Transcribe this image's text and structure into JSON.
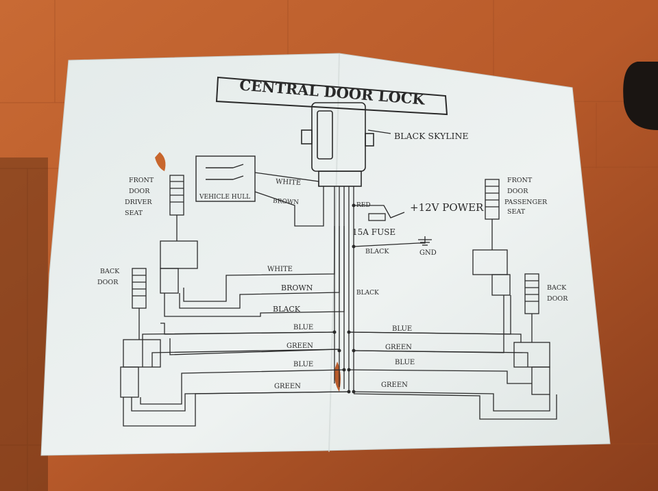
{
  "title": "CENTRAL DOOR LOCK",
  "control_unit_label": "BLACK SKYLINE",
  "switch_label": "VEHICLE HULL",
  "power_label": "+12V POWER",
  "fuse_label": "15A FUSE",
  "ground_label": "GND",
  "doors": {
    "front_left": [
      "FRONT",
      "DOOR",
      "DRIVER",
      "SEAT"
    ],
    "back_left": [
      "BACK",
      "DOOR"
    ],
    "front_right": [
      "FRONT",
      "DOOR",
      "PASSENGER",
      "SEAT"
    ],
    "back_right": [
      "BACK",
      "DOOR"
    ]
  },
  "wires": {
    "white_top": "WHITE",
    "brown_top": "BROWN",
    "red": "RED",
    "black_gnd": "BLACK",
    "white_left": "WHITE",
    "brown_left": "BROWN",
    "black_left": "BLACK",
    "black_right": "BLACK",
    "blue_1_left": "BLUE",
    "blue_1_right": "BLUE",
    "green_1_left": "GREEN",
    "green_1_right": "GREEN",
    "blue_2_left": "BLUE",
    "blue_2_right": "BLUE",
    "green_2_left": "GREEN",
    "green_2_right": "GREEN"
  },
  "colors": {
    "table": "#b85a2a",
    "paper": "#e9efee",
    "ink": "#2a2a2a"
  }
}
